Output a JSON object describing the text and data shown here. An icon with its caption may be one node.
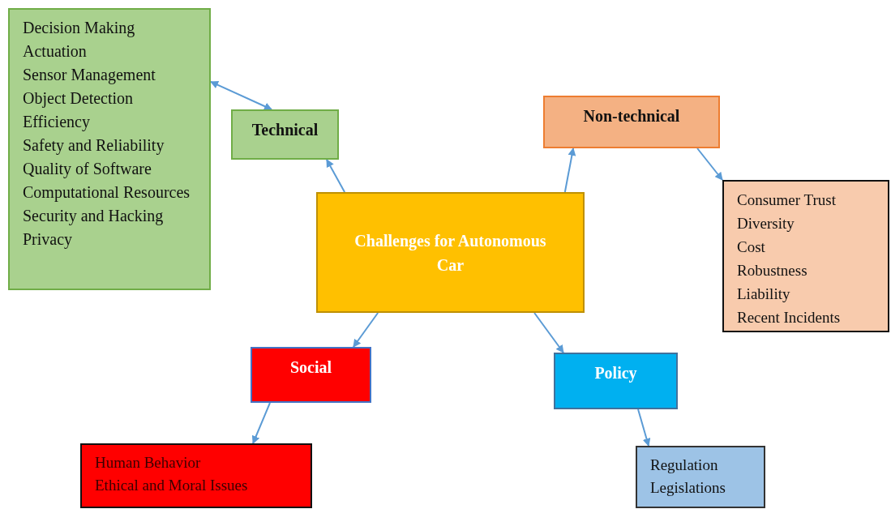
{
  "diagram": {
    "nodes": [
      {
        "text": [
          "Decision Making",
          "Actuation",
          "Sensor Management",
          "Object Detection",
          "Efficiency",
          "Safety and Reliability",
          "Quality of Software",
          "Computational Resources",
          "Security and Hacking",
          "Privacy"
        ]
      },
      {
        "text": [
          "Technical"
        ]
      },
      {
        "text": [
          "Non-technical"
        ]
      },
      {
        "text": [
          "Challenges for Autonomous Car"
        ]
      },
      {
        "text": [
          "Consumer Trust",
          "Diversity",
          "Cost",
          "Robustness",
          "Liability",
          "Recent Incidents"
        ]
      },
      {
        "text": [
          "Social"
        ]
      },
      {
        "text": [
          "Policy"
        ]
      },
      {
        "text": [
          "Human Behavior",
          "Ethical and Moral Issues"
        ]
      },
      {
        "text": [
          "Regulation",
          "Legislations"
        ]
      }
    ],
    "edges": [
      {
        "from": 3,
        "to": 1,
        "arrow": "to"
      },
      {
        "from": 1,
        "to": 0,
        "arrow": "both"
      },
      {
        "from": 3,
        "to": 2,
        "arrow": "to"
      },
      {
        "from": 2,
        "to": 4,
        "arrow": "to"
      },
      {
        "from": 3,
        "to": 5,
        "arrow": "to"
      },
      {
        "from": 3,
        "to": 6,
        "arrow": "to"
      },
      {
        "from": 5,
        "to": 7,
        "arrow": "to"
      },
      {
        "from": 6,
        "to": 8,
        "arrow": "to"
      }
    ]
  }
}
